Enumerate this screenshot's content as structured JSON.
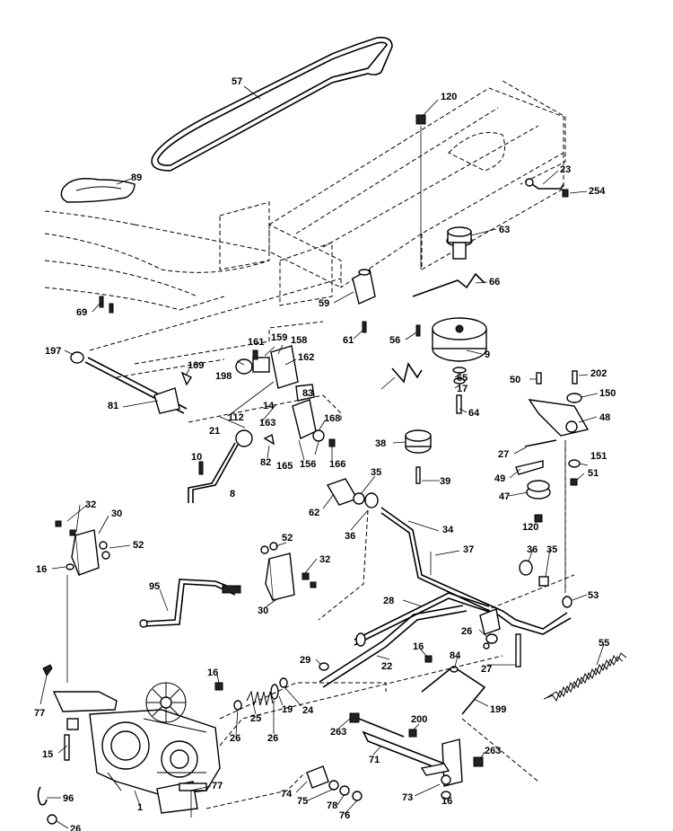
{
  "diagram": {
    "callouts": [
      "57",
      "120",
      "89",
      "23",
      "254",
      "63",
      "66",
      "69",
      "59",
      "61",
      "56",
      "9",
      "197",
      "161",
      "159",
      "158",
      "169",
      "198",
      "162",
      "65",
      "17",
      "50",
      "202",
      "150",
      "81",
      "83",
      "112",
      "14",
      "163",
      "168",
      "64",
      "48",
      "21",
      "82",
      "165",
      "156",
      "166",
      "38",
      "27",
      "10",
      "8",
      "35",
      "49",
      "39",
      "51",
      "151",
      "62",
      "36",
      "47",
      "120",
      "34",
      "37",
      "32",
      "30",
      "52",
      "16",
      "52",
      "32",
      "95",
      "30",
      "36",
      "35",
      "53",
      "28",
      "26",
      "29",
      "16",
      "84",
      "22",
      "27",
      "55",
      "199",
      "16",
      "25",
      "19",
      "24",
      "77",
      "26",
      "26",
      "263",
      "200",
      "15",
      "71",
      "263",
      "77",
      "96",
      "74",
      "75",
      "78",
      "76",
      "73",
      "16",
      "1",
      "26"
    ]
  }
}
